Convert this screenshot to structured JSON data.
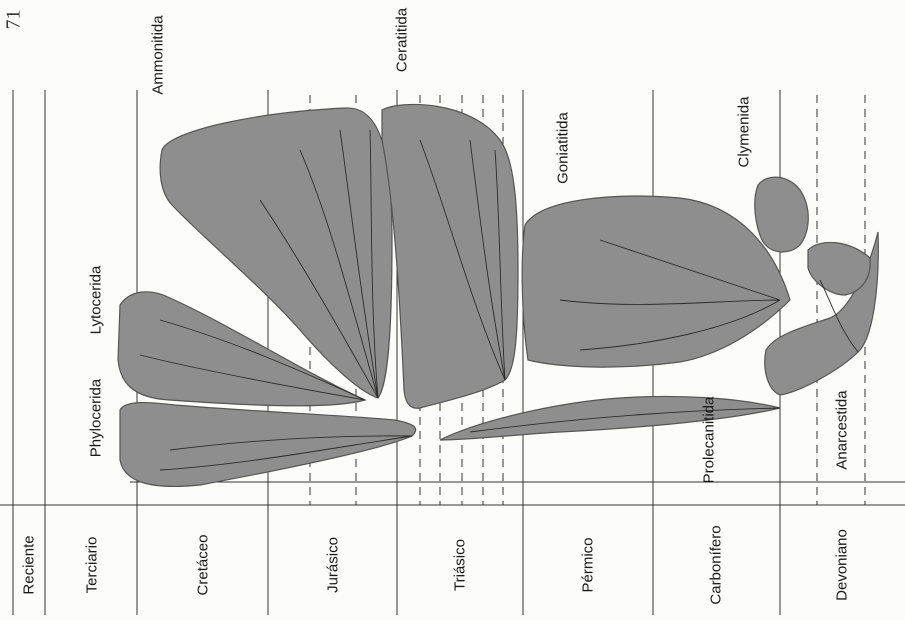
{
  "page_number": "71",
  "periods": [
    "Reciente",
    "Terciario",
    "Cretáceo",
    "Jurásico",
    "Triásico",
    "Pérmico",
    "Carbonífero",
    "Devoniano"
  ],
  "groups": [
    "Ammonitida",
    "Ceratitida",
    "Goniatitida",
    "Clymenida",
    "Lytocerida",
    "Phylocerida",
    "Prolecanitida",
    "Anarcestida"
  ],
  "colors": {
    "lobe": "#8e8e8e",
    "line": "#333333"
  }
}
